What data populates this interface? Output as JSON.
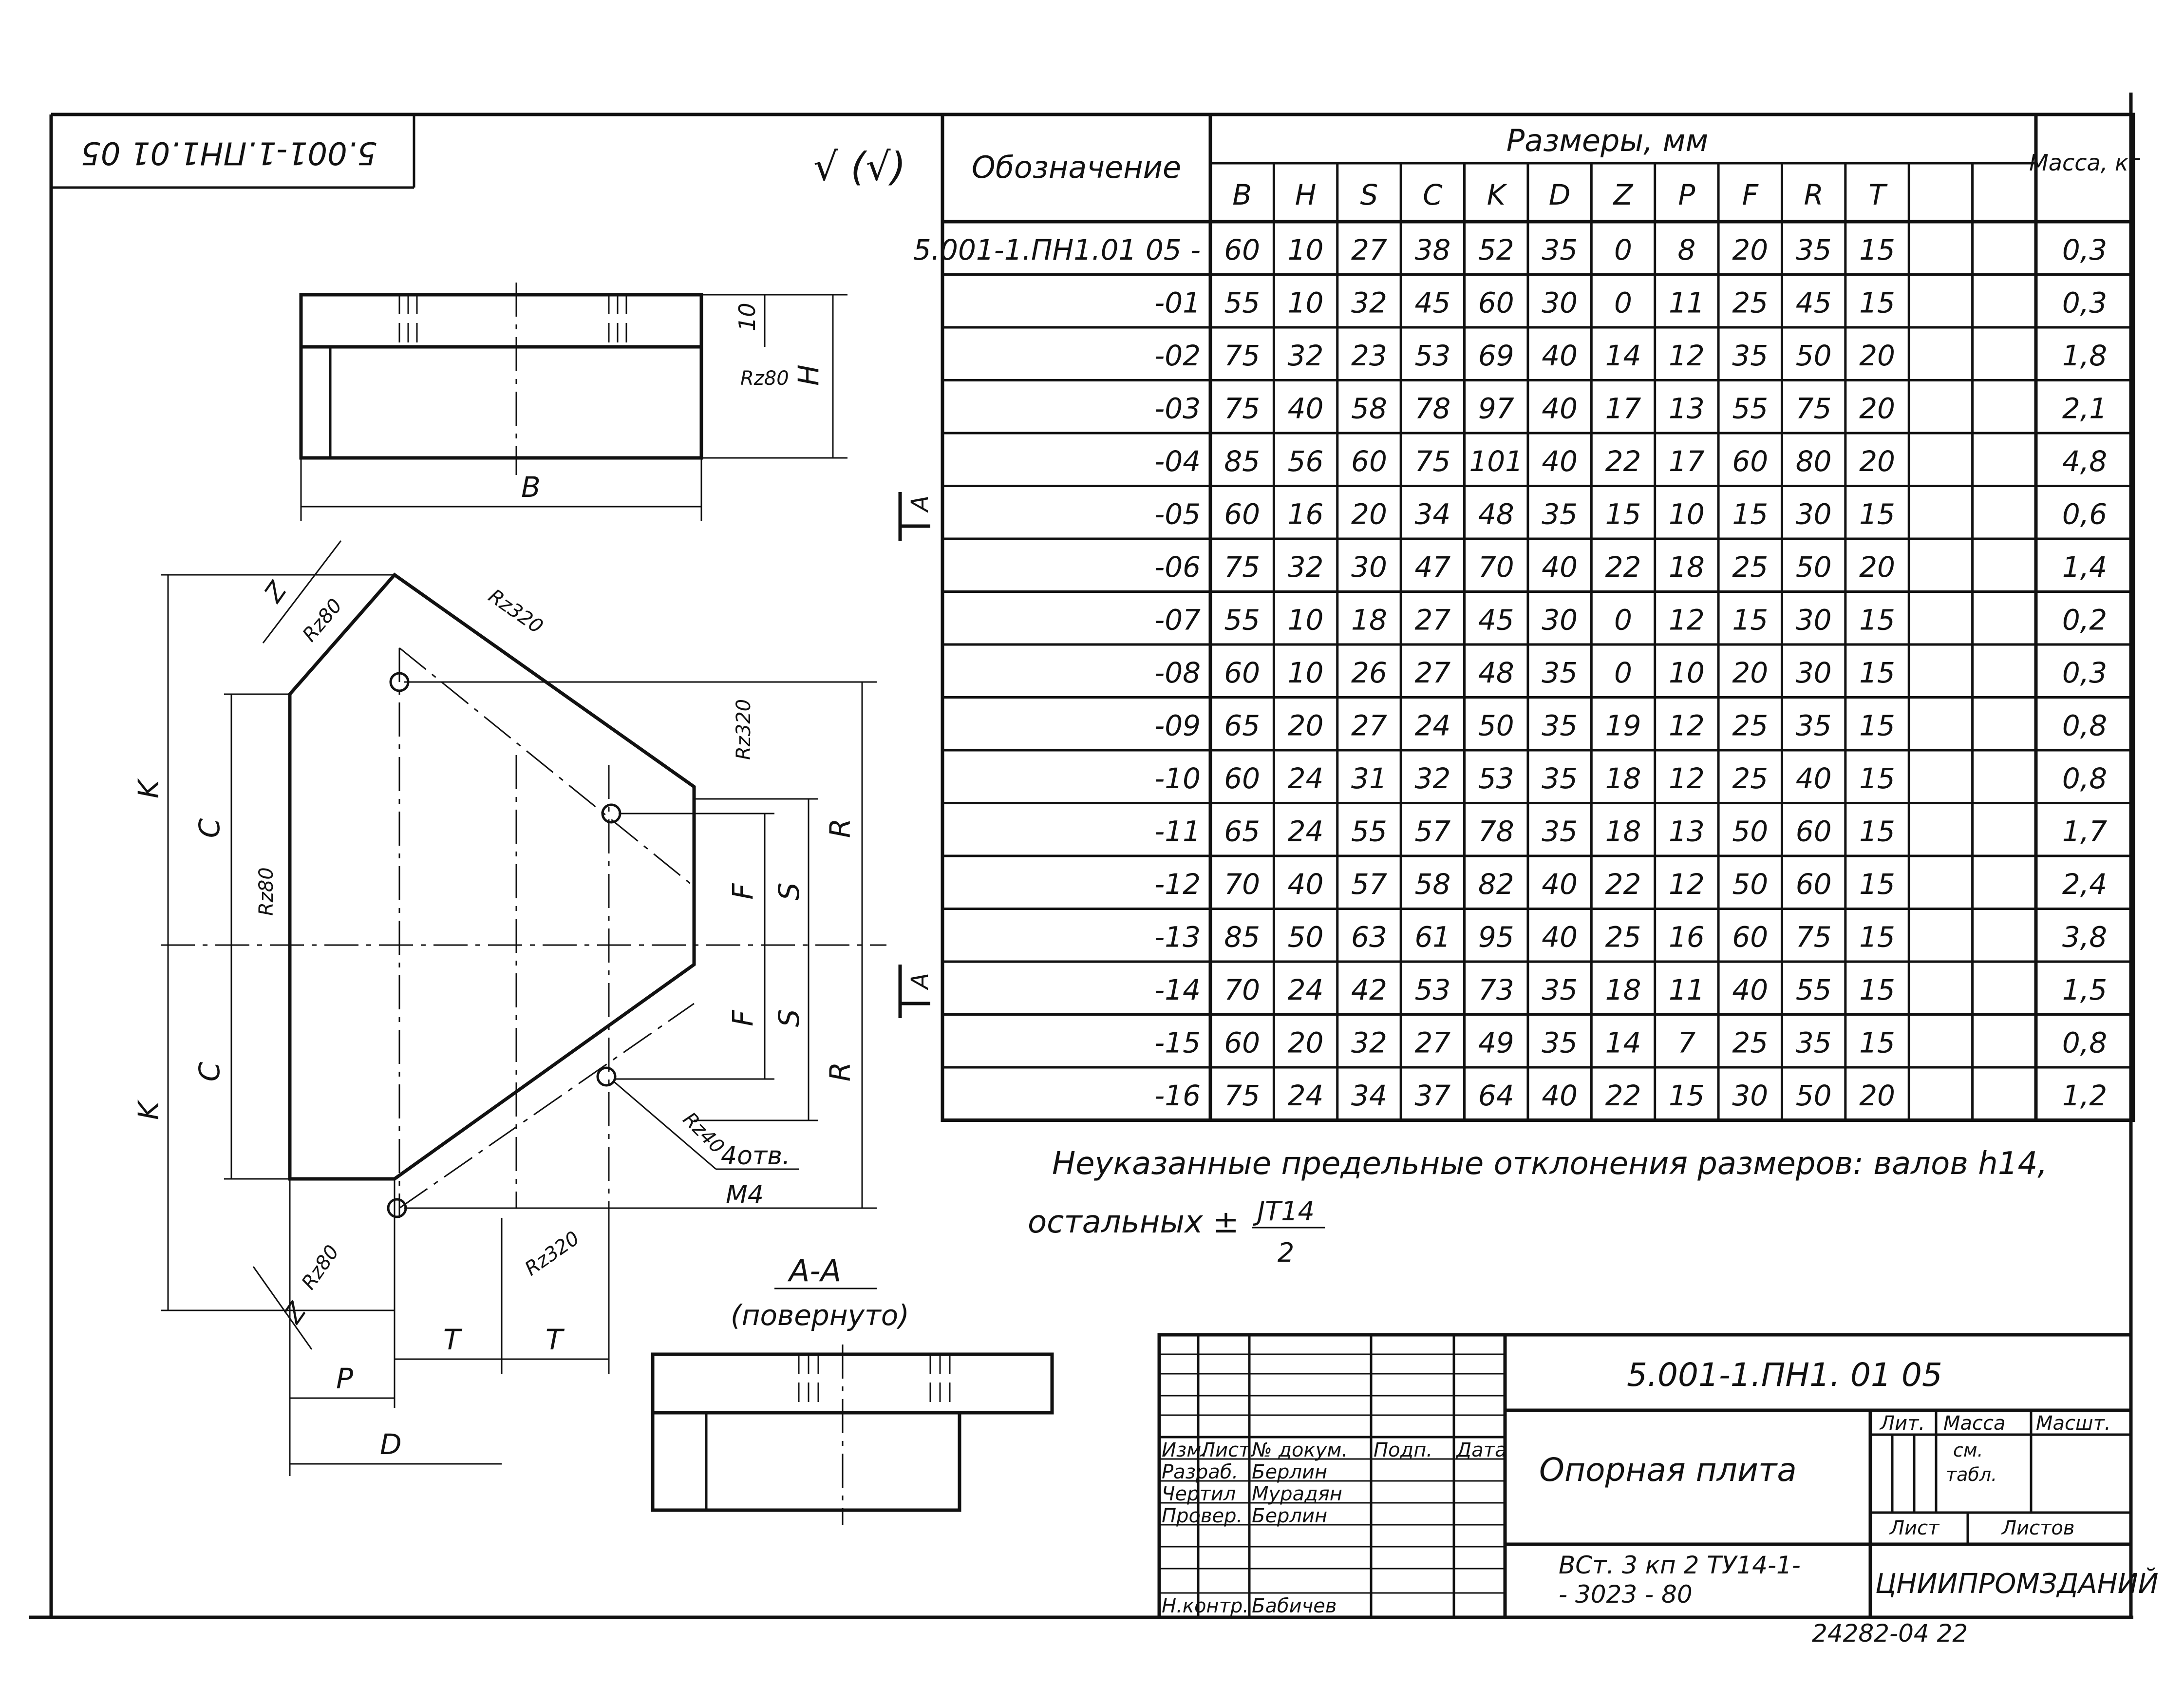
{
  "stamp_code_rotated": "5.001-1.ПН1.01 05",
  "surface_mark": "√ (√)",
  "table": {
    "header_designation": "Обозначение",
    "header_dims": "Размеры,   мм",
    "header_mass": "Масса, кг",
    "columns": [
      "B",
      "H",
      "S",
      "C",
      "K",
      "D",
      "Z",
      "P",
      "F",
      "R",
      "T",
      "",
      ""
    ],
    "rows": [
      {
        "name": "5.001-1.ПН1.01 05 -",
        "vals": [
          "60",
          "10",
          "27",
          "38",
          "52",
          "35",
          "0",
          "8",
          "20",
          "35",
          "15",
          "",
          ""
        ],
        "mass": "0,3"
      },
      {
        "name": "-01",
        "vals": [
          "55",
          "10",
          "32",
          "45",
          "60",
          "30",
          "0",
          "11",
          "25",
          "45",
          "15",
          "",
          ""
        ],
        "mass": "0,3"
      },
      {
        "name": "-02",
        "vals": [
          "75",
          "32",
          "23",
          "53",
          "69",
          "40",
          "14",
          "12",
          "35",
          "50",
          "20",
          "",
          ""
        ],
        "mass": "1,8"
      },
      {
        "name": "-03",
        "vals": [
          "75",
          "40",
          "58",
          "78",
          "97",
          "40",
          "17",
          "13",
          "55",
          "75",
          "20",
          "",
          ""
        ],
        "mass": "2,1"
      },
      {
        "name": "-04",
        "vals": [
          "85",
          "56",
          "60",
          "75",
          "101",
          "40",
          "22",
          "17",
          "60",
          "80",
          "20",
          "",
          ""
        ],
        "mass": "4,8"
      },
      {
        "name": "-05",
        "vals": [
          "60",
          "16",
          "20",
          "34",
          "48",
          "35",
          "15",
          "10",
          "15",
          "30",
          "15",
          "",
          ""
        ],
        "mass": "0,6"
      },
      {
        "name": "-06",
        "vals": [
          "75",
          "32",
          "30",
          "47",
          "70",
          "40",
          "22",
          "18",
          "25",
          "50",
          "20",
          "",
          ""
        ],
        "mass": "1,4"
      },
      {
        "name": "-07",
        "vals": [
          "55",
          "10",
          "18",
          "27",
          "45",
          "30",
          "0",
          "12",
          "15",
          "30",
          "15",
          "",
          ""
        ],
        "mass": "0,2"
      },
      {
        "name": "-08",
        "vals": [
          "60",
          "10",
          "26",
          "27",
          "48",
          "35",
          "0",
          "10",
          "20",
          "30",
          "15",
          "",
          ""
        ],
        "mass": "0,3"
      },
      {
        "name": "-09",
        "vals": [
          "65",
          "20",
          "27",
          "24",
          "50",
          "35",
          "19",
          "12",
          "25",
          "35",
          "15",
          "",
          ""
        ],
        "mass": "0,8"
      },
      {
        "name": "-10",
        "vals": [
          "60",
          "24",
          "31",
          "32",
          "53",
          "35",
          "18",
          "12",
          "25",
          "40",
          "15",
          "",
          ""
        ],
        "mass": "0,8"
      },
      {
        "name": "-11",
        "vals": [
          "65",
          "24",
          "55",
          "57",
          "78",
          "35",
          "18",
          "13",
          "50",
          "60",
          "15",
          "",
          ""
        ],
        "mass": "1,7"
      },
      {
        "name": "-12",
        "vals": [
          "70",
          "40",
          "57",
          "58",
          "82",
          "40",
          "22",
          "12",
          "50",
          "60",
          "15",
          "",
          ""
        ],
        "mass": "2,4"
      },
      {
        "name": "-13",
        "vals": [
          "85",
          "50",
          "63",
          "61",
          "95",
          "40",
          "25",
          "16",
          "60",
          "75",
          "15",
          "",
          ""
        ],
        "mass": "3,8"
      },
      {
        "name": "-14",
        "vals": [
          "70",
          "24",
          "42",
          "53",
          "73",
          "35",
          "18",
          "11",
          "40",
          "55",
          "15",
          "",
          ""
        ],
        "mass": "1,5"
      },
      {
        "name": "-15",
        "vals": [
          "60",
          "20",
          "32",
          "27",
          "49",
          "35",
          "14",
          "7",
          "25",
          "35",
          "15",
          "",
          ""
        ],
        "mass": "0,8"
      },
      {
        "name": "-16",
        "vals": [
          "75",
          "24",
          "34",
          "37",
          "64",
          "40",
          "22",
          "15",
          "30",
          "50",
          "20",
          "",
          ""
        ],
        "mass": "1,2"
      }
    ]
  },
  "notes": {
    "line1": "Неуказанные    предельные    отклонения    размеров:  валов  h14,",
    "line2_prefix": "остальных ±",
    "frac_num": "JT14",
    "frac_den": "2"
  },
  "drawing": {
    "dim_B": "B",
    "dim_H": "H",
    "dim_10": "10",
    "dim_K": "K",
    "dim_C": "C",
    "dim_R": "R",
    "dim_S": "S",
    "dim_F": "F",
    "dim_Z": "Z",
    "dim_P": "P",
    "dim_D": "D",
    "dim_T": "T",
    "rz80": "Rz80",
    "rz320": "Rz320",
    "rz40": "Rz40",
    "holes_l1": "4отв.",
    "holes_l2": "М4",
    "section_mark": "A",
    "section_title": "А-А",
    "section_sub": "(повернуто)"
  },
  "title_block": {
    "code": "5.001-1.ПН1. 01 05",
    "part_name": "Опорная  плита",
    "material_l1": "ВСт. 3 кп 2 ТУ14-1-",
    "material_l2": "- 3023 - 80",
    "org": "ЦНИИПРОМЗДАНИЙ",
    "hdr_lit": "Лит.",
    "hdr_mass": "Масса",
    "hdr_scale": "Масшт.",
    "mass_val_l1": "см.",
    "mass_val_l2": "табл.",
    "hdr_sheet": "Лист",
    "hdr_sheets": "Листов",
    "col_headers": [
      "Изм.",
      "Лист",
      "№ докум.",
      "Подп.",
      "Дата"
    ],
    "roles": [
      {
        "role": "Разраб.",
        "name": "Берлин"
      },
      {
        "role": "Чертил",
        "name": "Мурадян"
      },
      {
        "role": "Провер.",
        "name": "Берлин"
      },
      {
        "role": "",
        "name": ""
      },
      {
        "role": "Н.контр.",
        "name": "Бабичев"
      }
    ]
  },
  "bottom_code": "24282-04   22"
}
